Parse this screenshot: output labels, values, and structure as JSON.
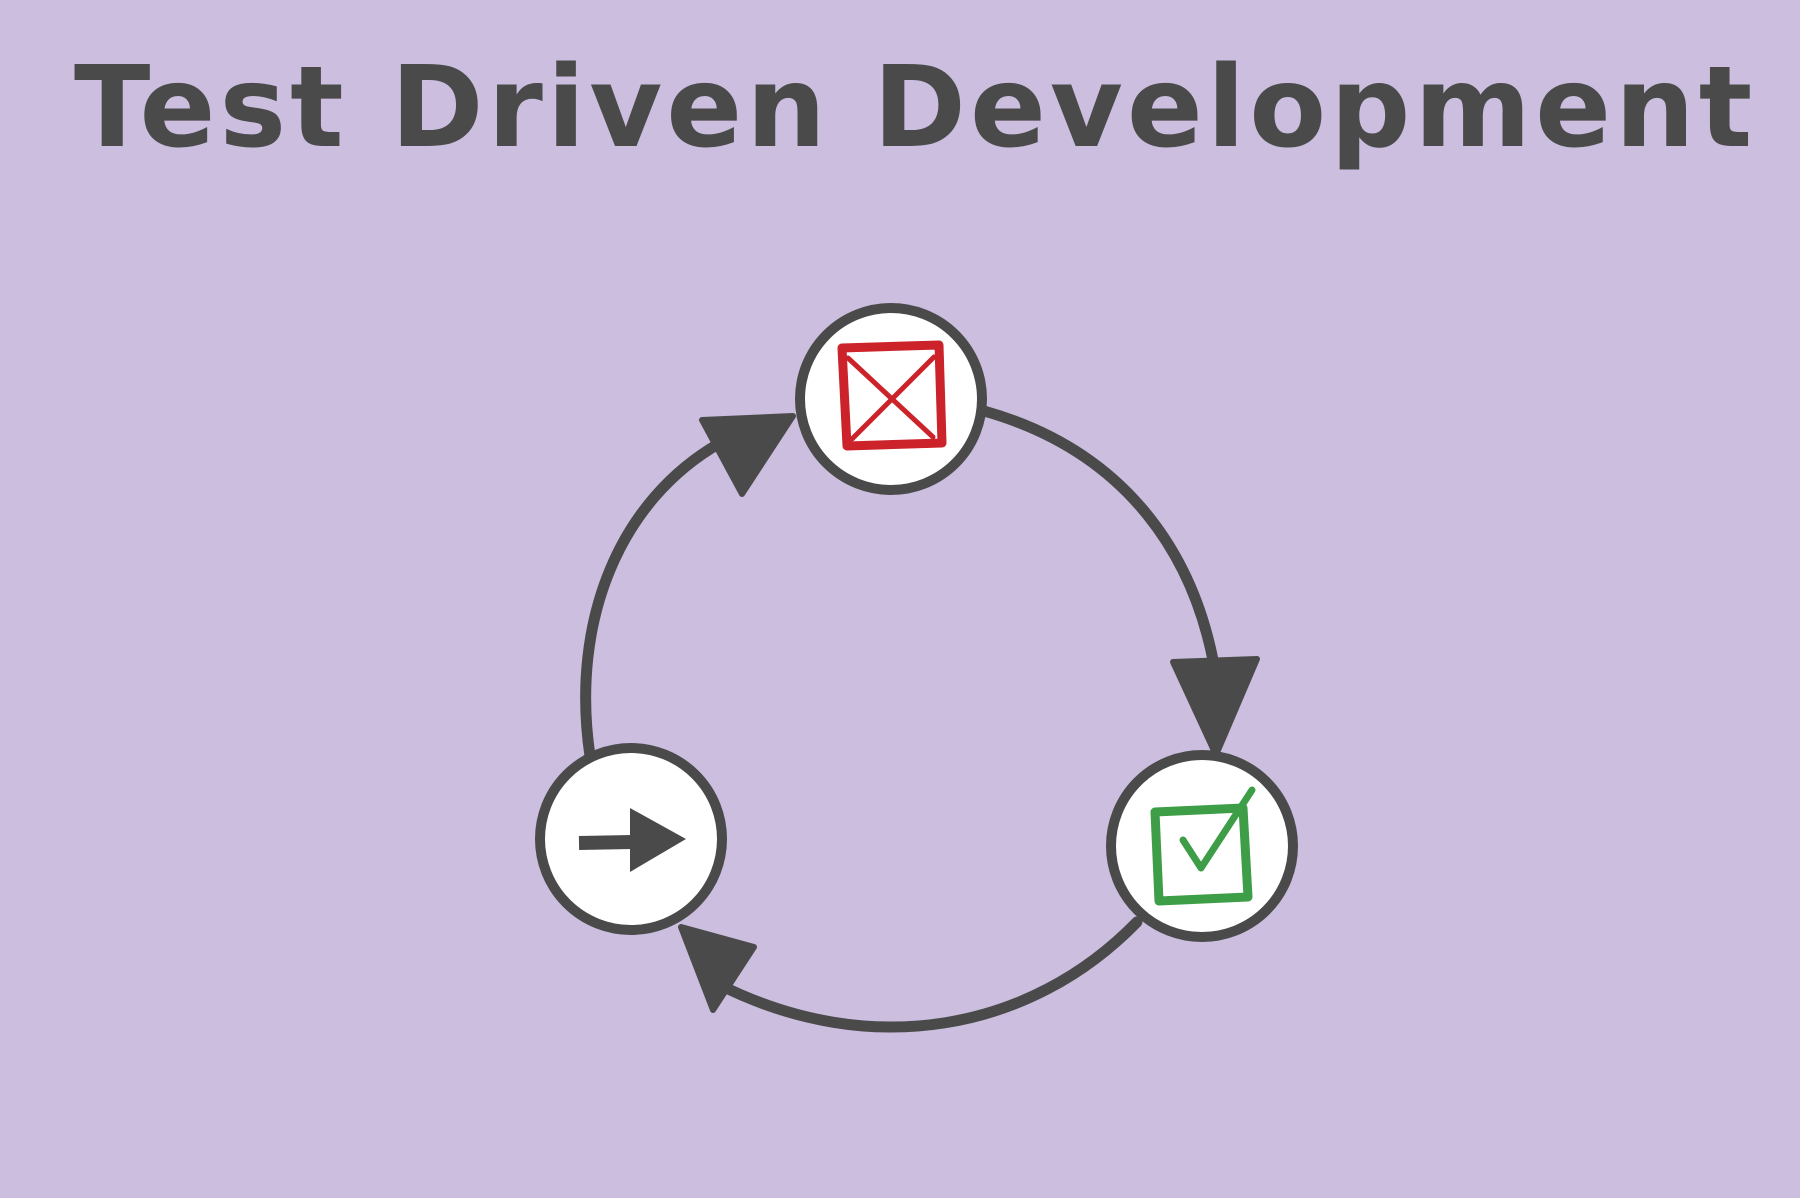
{
  "title": "Test Driven Development",
  "colors": {
    "background": "#cbbede",
    "ink": "#4a4a4a",
    "node_fill": "#ffffff",
    "fail": "#cc2229",
    "pass": "#3d9e47"
  },
  "cycle": {
    "nodes": [
      {
        "icon": "failing-test-icon",
        "meaning": "red"
      },
      {
        "icon": "passing-test-icon",
        "meaning": "green"
      },
      {
        "icon": "refactor-arrow-icon",
        "meaning": "refactor"
      }
    ]
  }
}
